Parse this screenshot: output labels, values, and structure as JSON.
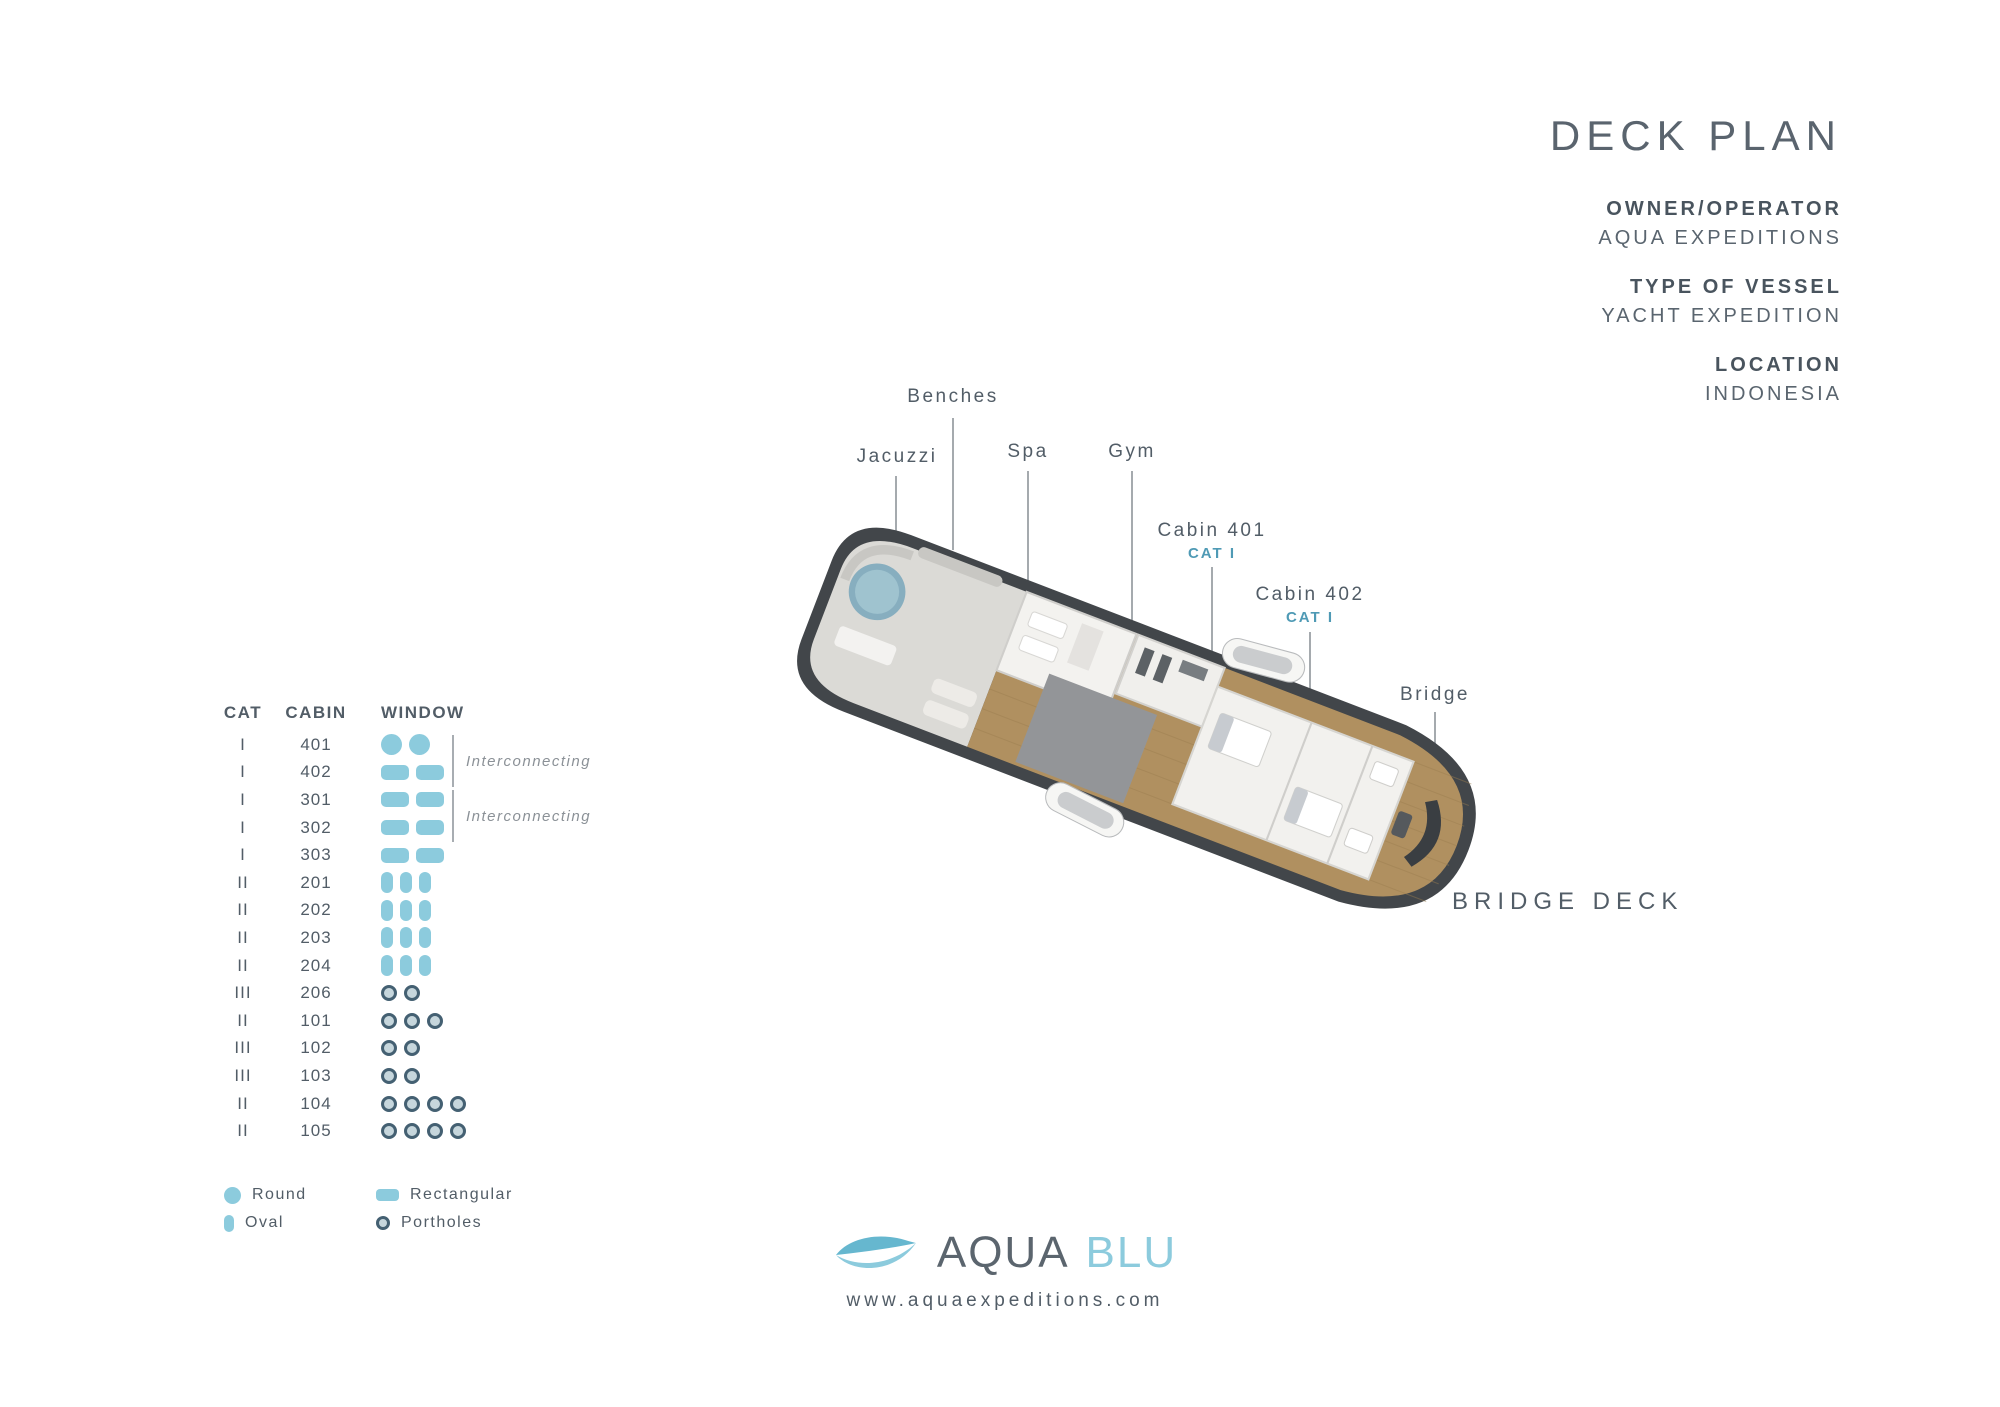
{
  "header": {
    "title": "DECK PLAN",
    "info": [
      {
        "label": "OWNER/OPERATOR",
        "value": "AQUA EXPEDITIONS"
      },
      {
        "label": "TYPE OF VESSEL",
        "value": "YACHT EXPEDITION"
      },
      {
        "label": "LOCATION",
        "value": "INDONESIA"
      }
    ]
  },
  "deck": {
    "name": "BRIDGE DECK",
    "callouts": [
      {
        "id": "benches",
        "label": "Benches",
        "sub": ""
      },
      {
        "id": "jacuzzi",
        "label": "Jacuzzi",
        "sub": ""
      },
      {
        "id": "spa",
        "label": "Spa",
        "sub": ""
      },
      {
        "id": "gym",
        "label": "Gym",
        "sub": ""
      },
      {
        "id": "cabin-401",
        "label": "Cabin 401",
        "sub": "CAT I"
      },
      {
        "id": "cabin-402",
        "label": "Cabin 402",
        "sub": "CAT I"
      },
      {
        "id": "bridge",
        "label": "Bridge",
        "sub": ""
      }
    ]
  },
  "cabin_table": {
    "headers": [
      "CAT",
      "CABIN",
      "WINDOW"
    ],
    "rows": [
      {
        "cat": "I",
        "cabin": "401",
        "window_type": "round",
        "window_count": 2
      },
      {
        "cat": "I",
        "cabin": "402",
        "window_type": "rect",
        "window_count": 2
      },
      {
        "cat": "I",
        "cabin": "301",
        "window_type": "rect",
        "window_count": 2
      },
      {
        "cat": "I",
        "cabin": "302",
        "window_type": "rect",
        "window_count": 2
      },
      {
        "cat": "I",
        "cabin": "303",
        "window_type": "rect",
        "window_count": 2
      },
      {
        "cat": "II",
        "cabin": "201",
        "window_type": "oval",
        "window_count": 3
      },
      {
        "cat": "II",
        "cabin": "202",
        "window_type": "oval",
        "window_count": 3
      },
      {
        "cat": "II",
        "cabin": "203",
        "window_type": "oval",
        "window_count": 3
      },
      {
        "cat": "II",
        "cabin": "204",
        "window_type": "oval",
        "window_count": 3
      },
      {
        "cat": "III",
        "cabin": "206",
        "window_type": "porthole",
        "window_count": 2
      },
      {
        "cat": "II",
        "cabin": "101",
        "window_type": "porthole",
        "window_count": 3
      },
      {
        "cat": "III",
        "cabin": "102",
        "window_type": "porthole",
        "window_count": 2
      },
      {
        "cat": "III",
        "cabin": "103",
        "window_type": "porthole",
        "window_count": 2
      },
      {
        "cat": "II",
        "cabin": "104",
        "window_type": "porthole",
        "window_count": 4
      },
      {
        "cat": "II",
        "cabin": "105",
        "window_type": "porthole",
        "window_count": 4
      }
    ],
    "interconnecting": [
      {
        "label": "Interconnecting",
        "rows": [
          "401",
          "402"
        ]
      },
      {
        "label": "Interconnecting",
        "rows": [
          "301",
          "302"
        ]
      }
    ]
  },
  "legend": [
    {
      "type": "round",
      "label": "Round"
    },
    {
      "type": "rect",
      "label": "Rectangular"
    },
    {
      "type": "oval",
      "label": "Oval"
    },
    {
      "type": "porthole",
      "label": "Portholes"
    }
  ],
  "footer": {
    "brand_primary": "AQUA",
    "brand_secondary": "BLU",
    "website": "www.aquaexpeditions.com"
  },
  "colors": {
    "accent_blue": "#8ccbdd",
    "text_gray": "#525d67",
    "cat_blue": "#4f9ab5",
    "porthole_ring": "#446072",
    "hull": "#42464a",
    "deck_wood": "#b09060"
  }
}
